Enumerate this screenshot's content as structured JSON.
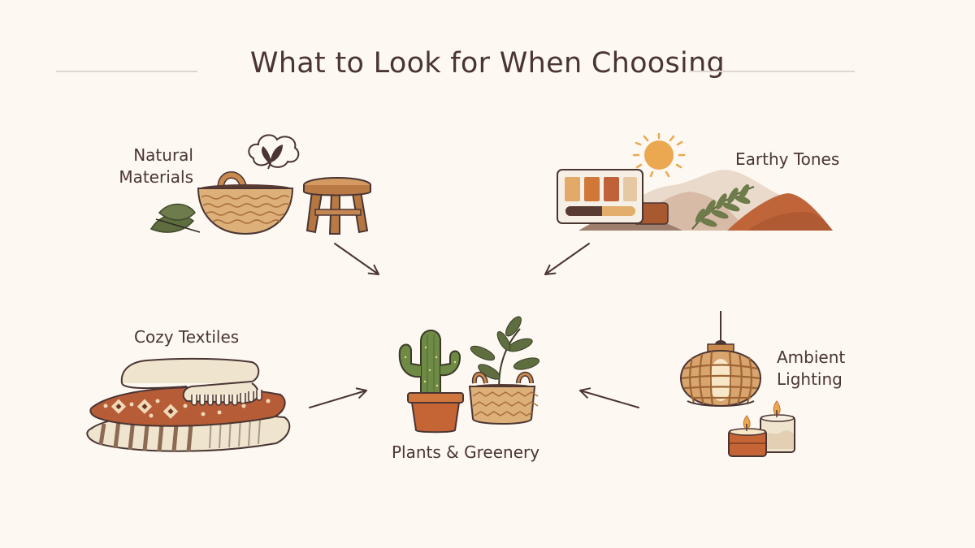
{
  "header": {
    "title": "What to Look for When Choosing"
  },
  "categories": [
    {
      "id": "natural-materials",
      "label_line1": "Natural",
      "label_line2": "Materials",
      "illustrations": [
        "cotton-boll-icon",
        "woven-basket-icon",
        "wooden-stool-icon",
        "leaf-icon"
      ]
    },
    {
      "id": "earthy-tones",
      "label": "Earthy Tones",
      "illustrations": [
        "color-palette-icon",
        "sun-icon",
        "mountains-icon",
        "fern-icon"
      ],
      "palette_swatches": [
        "#E2A968",
        "#D17838",
        "#BF623A",
        "#E6C9A4"
      ],
      "palette_bar": [
        "#5A3B33",
        "#E2AE6C"
      ]
    },
    {
      "id": "cozy-textiles",
      "label": "Cozy Textiles",
      "illustrations": [
        "folded-blanket-icon",
        "patterned-pillow-icon",
        "striped-pillow-icon"
      ]
    },
    {
      "id": "plants-greenery",
      "label": "Plants & Greenery",
      "illustrations": [
        "cactus-pot-icon",
        "basket-plant-icon"
      ]
    },
    {
      "id": "ambient-lighting",
      "label_line1": "Ambient",
      "label_line2": "Lighting",
      "illustrations": [
        "rattan-pendant-lamp-icon",
        "candles-icon"
      ]
    }
  ],
  "colors": {
    "background": "#FDF8F2",
    "text": "#4A3533",
    "divider": "#DDD7CF",
    "arrow": "#4A3533",
    "wicker": "#D9A56E",
    "wood": "#B97A45",
    "green": "#6E7B4A",
    "terracotta": "#C0653A",
    "cream": "#EFE4CE",
    "sun": "#EBA850"
  }
}
